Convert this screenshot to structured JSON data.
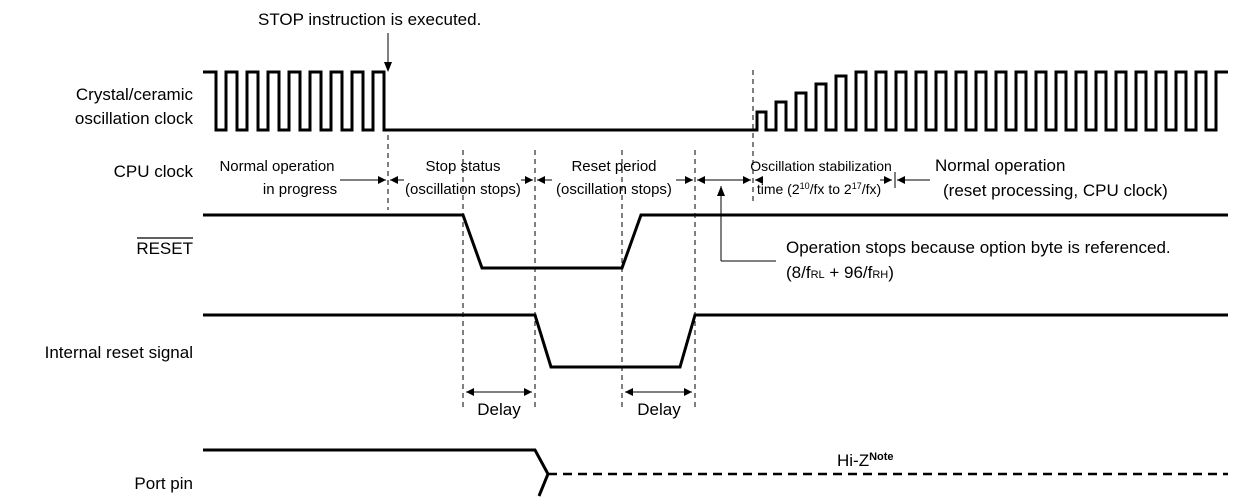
{
  "annotation_top": "STOP instruction is executed.",
  "signals": {
    "crystal_line1": "Crystal/ceramic",
    "crystal_line2": "oscillation clock",
    "cpu_clock": "CPU clock",
    "reset": "RESET",
    "internal_reset": "Internal reset signal",
    "port_pin": "Port pin"
  },
  "phases": {
    "normal_line1": "Normal operation",
    "normal_line2": "in progress",
    "stop_line1": "Stop status",
    "stop_line2": "(oscillation stops)",
    "reset_line1": "Reset period",
    "reset_line2": "(oscillation stops)",
    "osc_line1": "Oscillation stabilization",
    "osc_time_a": "time (2",
    "osc_exp_a": "10",
    "osc_time_b": "/fx to 2",
    "osc_exp_b": "17",
    "osc_time_c": "/fx)",
    "normal2_line1": "Normal operation",
    "normal2_line2": "(reset processing, CPU clock)"
  },
  "option_note": {
    "line1": "Operation stops because option byte is referenced.",
    "line2_a": "(8/f",
    "line2_sub1": "RL",
    "line2_b": " + 96/f",
    "line2_sub2": "RH",
    "line2_c": ")"
  },
  "delay_label": "Delay",
  "hiz": {
    "text": "Hi-Z",
    "sup": "Note"
  }
}
